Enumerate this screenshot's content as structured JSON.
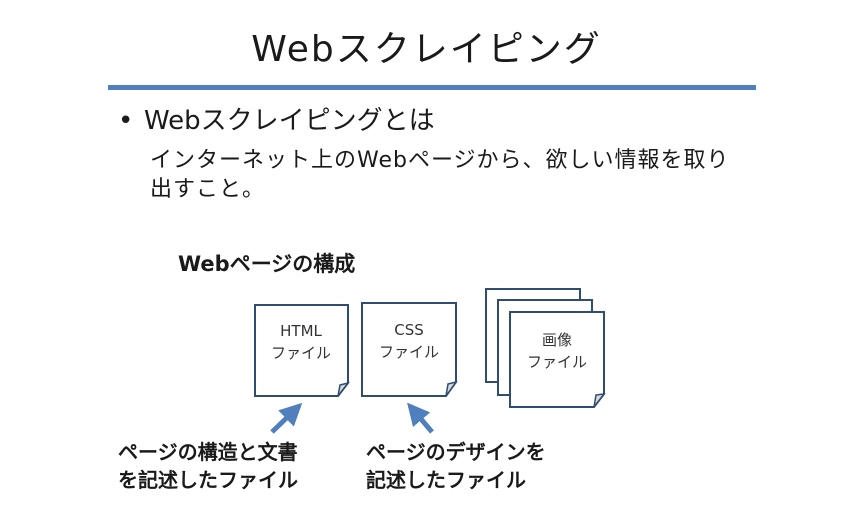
{
  "slide": {
    "title": "Webスクレイピング",
    "bullet": "Webスクレイピングとは",
    "description": "インターネット上のWebページから、欲しい情報を取り出すこと。"
  },
  "diagram": {
    "title": "Webページの構成",
    "files": {
      "html": {
        "line1": "HTML",
        "line2": "ファイル"
      },
      "css": {
        "line1": "CSS",
        "line2": "ファイル"
      },
      "image": {
        "line1": "画像",
        "line2": "ファイル"
      }
    },
    "captions": {
      "html": "ページの構造と文書\nを記述したファイル",
      "css": "ページのデザインを\n記述したファイル"
    }
  },
  "colors": {
    "accent": "#4f7fbd",
    "page_stroke": "#2f4d73",
    "fold_fill": "#d9d9d9"
  },
  "icons": {
    "bullet": "bullet-dot"
  }
}
